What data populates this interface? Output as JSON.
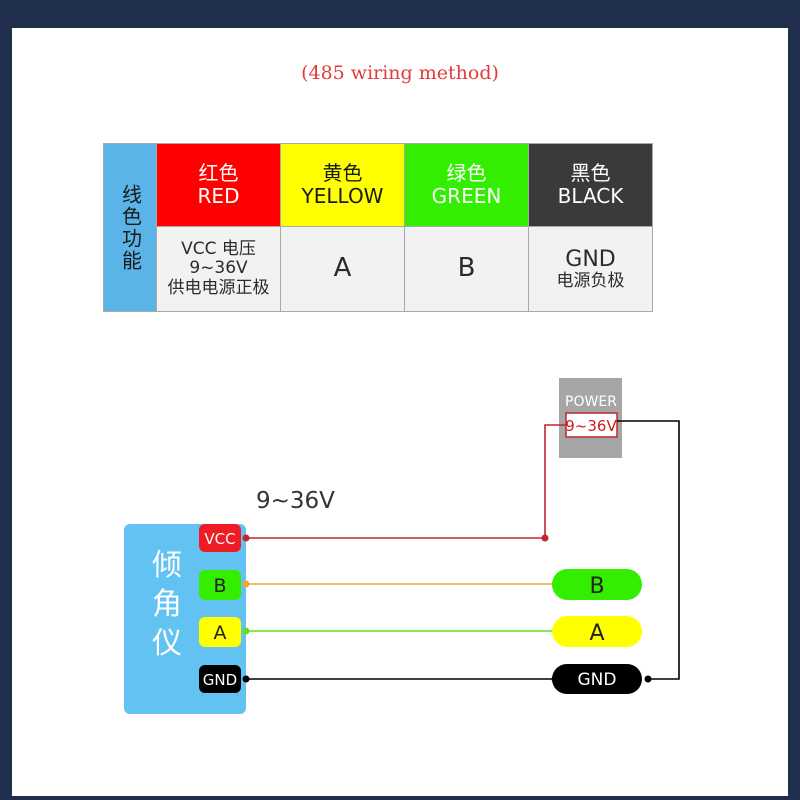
{
  "caption": "(485 wiring method)",
  "table": {
    "row_header": "线色功能",
    "colors": [
      {
        "cn": "红色",
        "en": "RED",
        "hex": "#ff0000"
      },
      {
        "cn": "黄色",
        "en": "YELLOW",
        "hex": "#ffff00"
      },
      {
        "cn": "绿色",
        "en": "GREEN",
        "hex": "#33ee00"
      },
      {
        "cn": "黑色",
        "en": "BLACK",
        "hex": "#3a3a3a"
      }
    ],
    "functions": [
      {
        "line1": "VCC 电压9~36V",
        "line2": "供电电源正极"
      },
      {
        "line1": "A",
        "line2": ""
      },
      {
        "line1": "B",
        "line2": ""
      },
      {
        "line1": "GND",
        "line2": "电源负极"
      }
    ]
  },
  "diagram": {
    "device_label": "倾角仪",
    "voltage_label": "9~36V",
    "power_box": {
      "title": "POWER",
      "range": "9~36V"
    },
    "pins": [
      {
        "label": "VCC",
        "color": "#ee1c24",
        "wire": "#c0282d"
      },
      {
        "label": "B",
        "color": "#33ee00",
        "wire": "#f4a23c"
      },
      {
        "label": "A",
        "color": "#ffff00",
        "wire": "#66dd22"
      },
      {
        "label": "GND",
        "color": "#000000",
        "wire": "#000000"
      }
    ],
    "terminals": [
      {
        "label": "B",
        "color": "#33ee00"
      },
      {
        "label": "A",
        "color": "#ffff00"
      },
      {
        "label": "GND",
        "color": "#000000"
      }
    ]
  }
}
